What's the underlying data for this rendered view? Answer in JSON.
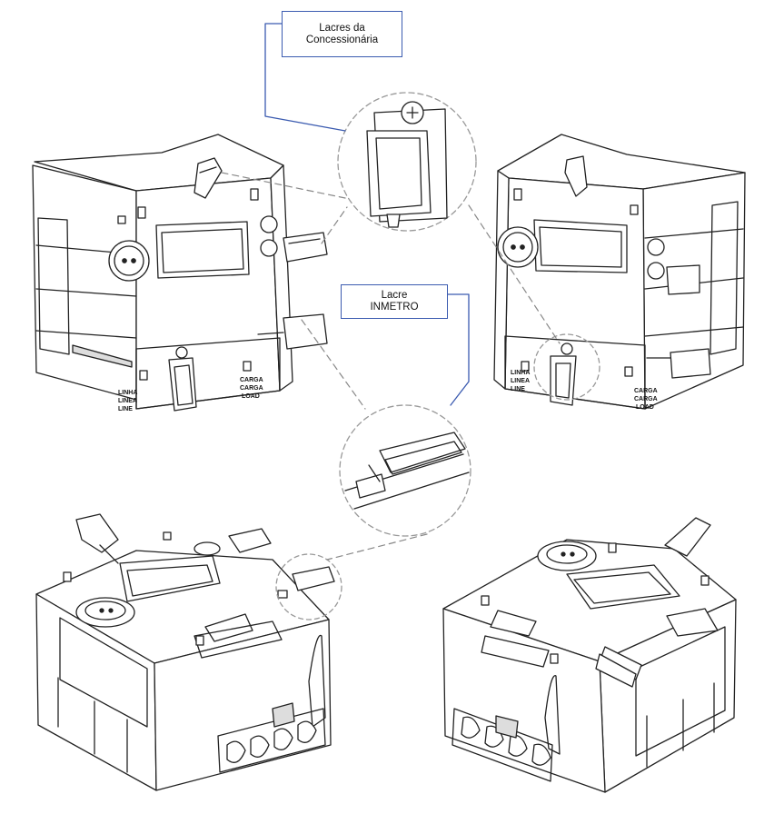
{
  "callouts": {
    "concessionaria": {
      "line1": "Lacres da",
      "line2": "Concessionária"
    },
    "inmetro": {
      "line1": "Lacre",
      "line2": "INMETRO"
    }
  },
  "terminal_labels": {
    "left": [
      "LINHA",
      "LINEA",
      "LINE"
    ],
    "right": [
      "CARGA",
      "CARGA",
      "LOAD"
    ]
  },
  "colors": {
    "callout_border": "#3b5bb0",
    "leader_blue": "#3b5bb0",
    "linework": "#222222",
    "dash": "#888888"
  }
}
